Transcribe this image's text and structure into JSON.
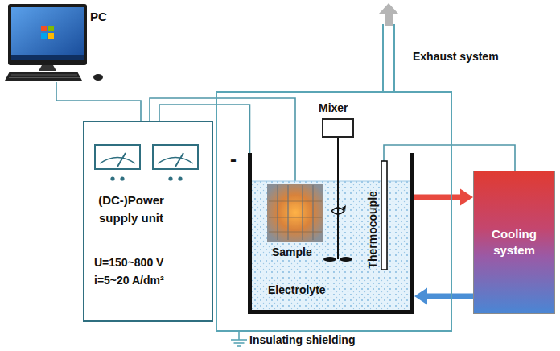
{
  "diagram": {
    "nodes": [
      {
        "text": [
          "PC"
        ]
      },
      {
        "text": [
          "(DC-)Power supply unit",
          "U=150~800 V",
          "i=5~20 A/dm²"
        ]
      },
      {
        "text": [
          "Insulating shielding"
        ]
      },
      {
        "text": [
          "Electrolyte"
        ],
        "in": 2
      },
      {
        "text": [
          "Mixer"
        ],
        "in": 2
      },
      {
        "text": [
          "Cooling system"
        ]
      }
    ],
    "edges": [
      {
        "from": 0,
        "to": 1,
        "arrow": "none"
      },
      {
        "from": 1,
        "to": 3,
        "arrow": "none"
      },
      {
        "from": 3,
        "to": 5,
        "arrow": "to"
      },
      {
        "from": 5,
        "to": 3,
        "arrow": "to"
      }
    ],
    "labels": [
      "Exhaust system",
      "-",
      "Sample",
      "Thermocouple"
    ]
  }
}
